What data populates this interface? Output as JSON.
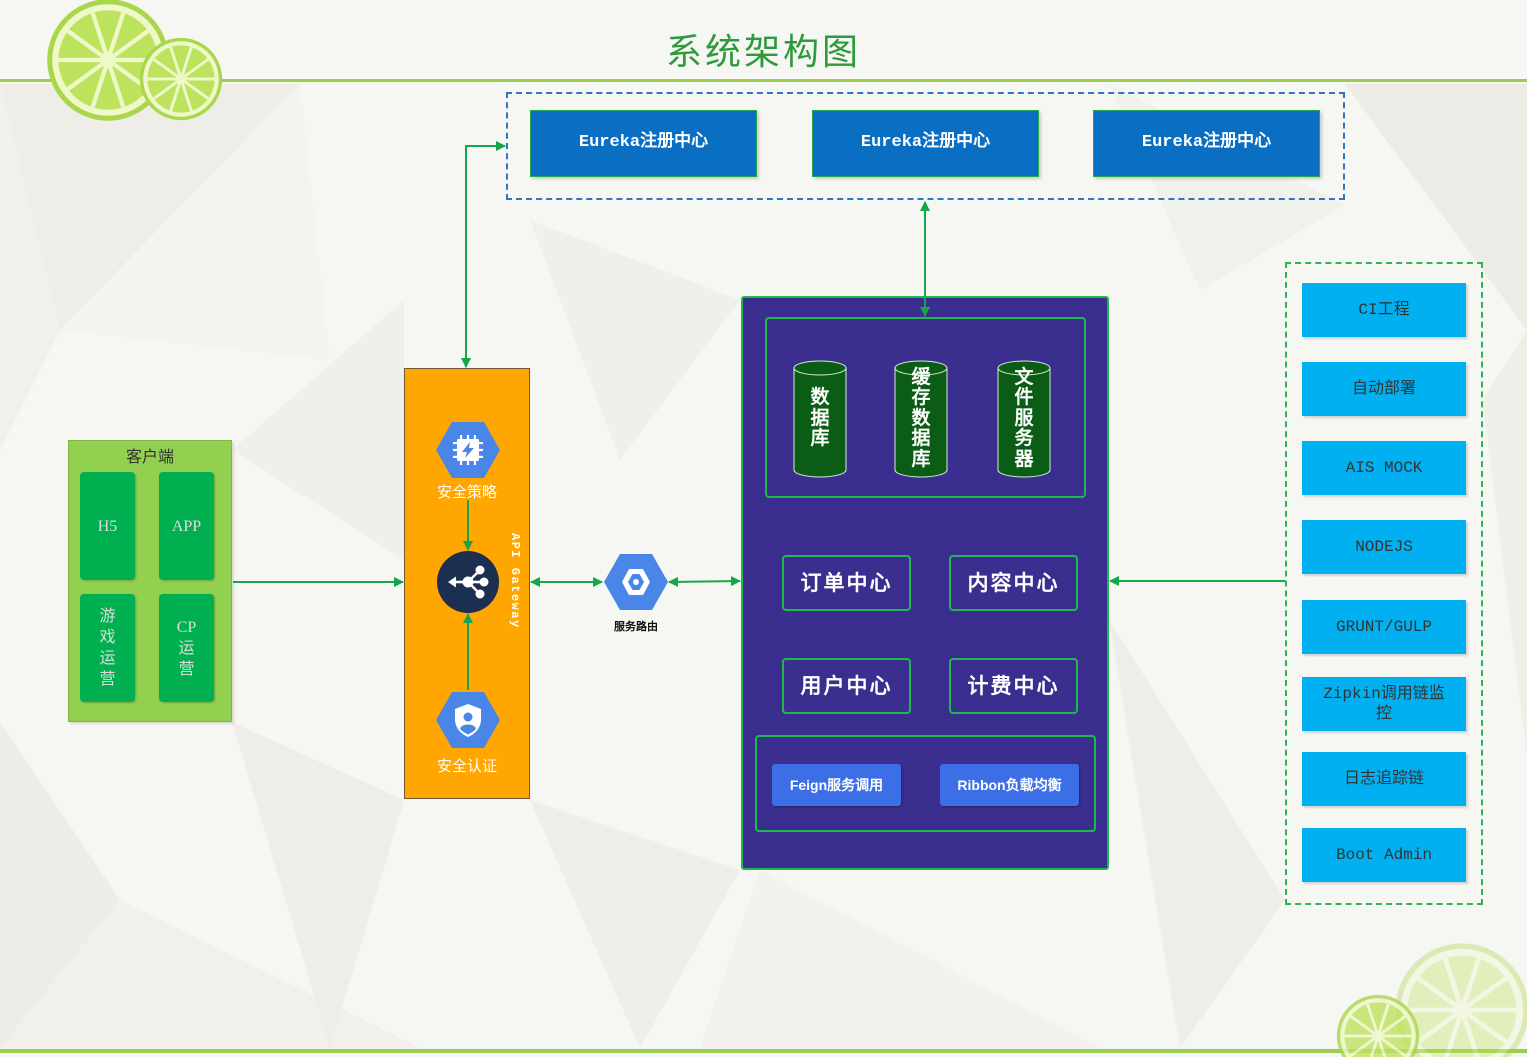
{
  "title": "系统架构图",
  "colors": {
    "title": "#2d9a3c",
    "rule": "#9acd50",
    "registry_border": "#2f76c0",
    "registry_node": "#0a6fc2",
    "node_border": "#23a850",
    "client_panel": "#92d050",
    "client_item": "#00b050",
    "client_text": "#dcdcdc",
    "gateway": "#ffa600",
    "hex_icon": "#4a86e8",
    "hub": "#1c2f50",
    "service_panel": "#3a2f8f",
    "panel_border": "#1db84e",
    "storage": "#0b5c14",
    "call_button": "#3c6fe6",
    "devops_border": "#2fb35a",
    "devops_item": "#00b0f0",
    "devops_text": "#333333",
    "connector": "#13a64b"
  },
  "decoration": {
    "icon": "lime-slice-icon"
  },
  "registry": {
    "nodes": [
      "Eureka注册中心",
      "Eureka注册中心",
      "Eureka注册中心"
    ]
  },
  "client": {
    "title": "客户端",
    "items": [
      "H5",
      "APP",
      "游戏运营",
      "CP运营"
    ]
  },
  "gateway": {
    "label": "API Gateway",
    "policy": {
      "label": "安全策略",
      "icon": "chip-icon"
    },
    "hub": {
      "icon": "load-balancer-icon"
    },
    "auth": {
      "label": "安全认证",
      "icon": "shield-user-icon"
    }
  },
  "router": {
    "label": "服务路由",
    "icon": "cloud-router-icon"
  },
  "services": {
    "storage": [
      "数据库",
      "缓存数据库",
      "文件服务器"
    ],
    "centers": [
      "订单中心",
      "内容中心",
      "用户中心",
      "计费中心"
    ],
    "calls": [
      "Feign服务调用",
      "Ribbon负载均衡"
    ]
  },
  "devops": {
    "items": [
      "CI工程",
      "自动部署",
      "AIS MOCK",
      "NODEJS",
      "GRUNT/GULP",
      "Zipkin调用链监控",
      "日志追踪链",
      "Boot Admin"
    ]
  }
}
